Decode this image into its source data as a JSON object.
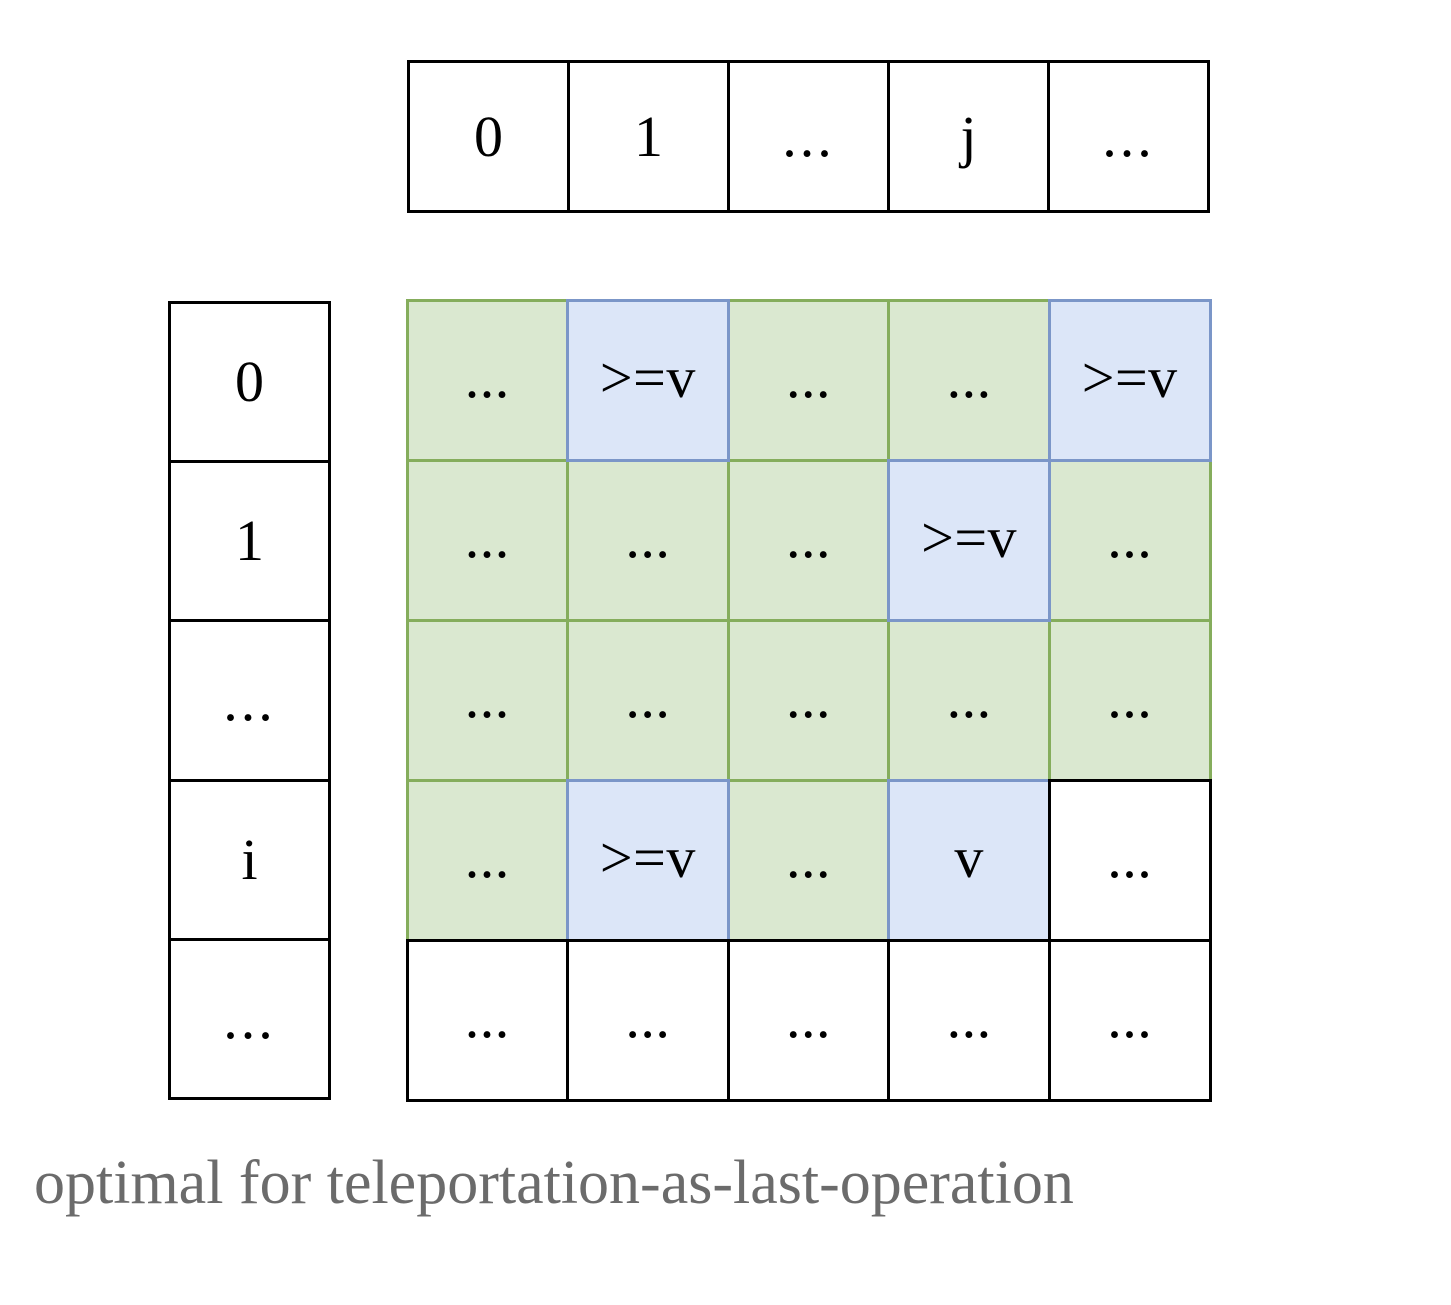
{
  "figure": {
    "caption": "optimal for teleportation-as-last-operation",
    "caption_color": "#6b6b6b"
  },
  "colors": {
    "green_fill": "#dae8d0",
    "green_border": "#85ad5c",
    "blue_fill": "#dce6f8",
    "blue_border": "#7b96c8",
    "white_fill": "#ffffff",
    "black_border": "#000000"
  },
  "column_headers": {
    "labels": [
      "0",
      "1",
      "...",
      "j",
      "..."
    ]
  },
  "row_headers": {
    "labels": [
      "0",
      "1",
      "...",
      "i",
      "..."
    ]
  },
  "matrix": {
    "rows": [
      {
        "header": "0",
        "cells": [
          {
            "text": "...",
            "fill": "green"
          },
          {
            "text": ">=v",
            "fill": "blue"
          },
          {
            "text": "...",
            "fill": "green"
          },
          {
            "text": "...",
            "fill": "green"
          },
          {
            "text": ">=v",
            "fill": "blue"
          }
        ]
      },
      {
        "header": "1",
        "cells": [
          {
            "text": "...",
            "fill": "green"
          },
          {
            "text": "...",
            "fill": "green"
          },
          {
            "text": "...",
            "fill": "green"
          },
          {
            "text": ">=v",
            "fill": "blue"
          },
          {
            "text": "...",
            "fill": "green"
          }
        ]
      },
      {
        "header": "...",
        "cells": [
          {
            "text": "...",
            "fill": "green"
          },
          {
            "text": "...",
            "fill": "green"
          },
          {
            "text": "...",
            "fill": "green"
          },
          {
            "text": "...",
            "fill": "green"
          },
          {
            "text": "...",
            "fill": "green"
          }
        ]
      },
      {
        "header": "i",
        "cells": [
          {
            "text": "...",
            "fill": "green"
          },
          {
            "text": ">=v",
            "fill": "blue"
          },
          {
            "text": "...",
            "fill": "green"
          },
          {
            "text": "v",
            "fill": "blue"
          },
          {
            "text": "...",
            "fill": "white"
          }
        ]
      },
      {
        "header": "...",
        "cells": [
          {
            "text": "...",
            "fill": "white"
          },
          {
            "text": "...",
            "fill": "white"
          },
          {
            "text": "...",
            "fill": "white"
          },
          {
            "text": "...",
            "fill": "white"
          },
          {
            "text": "...",
            "fill": "white"
          }
        ]
      }
    ]
  }
}
